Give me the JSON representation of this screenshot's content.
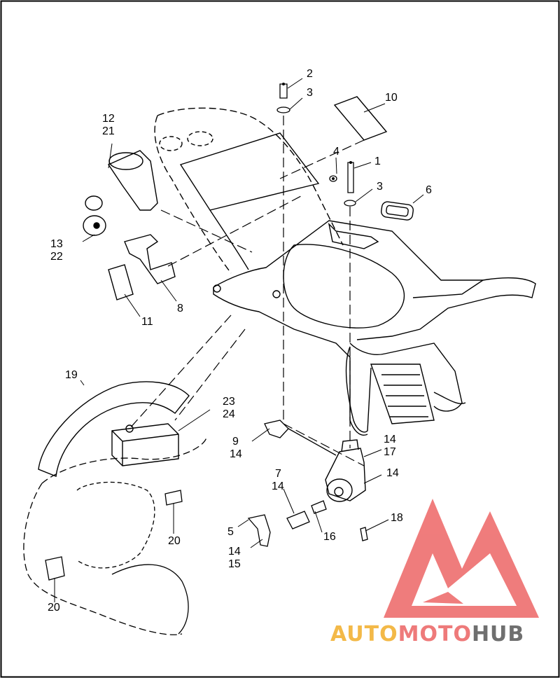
{
  "callouts": {
    "c1": "1",
    "c2": "2",
    "c3a": "3",
    "c3b": "3",
    "c4": "4",
    "c5": "5",
    "c6": "6",
    "c7": "7",
    "c8": "8",
    "c9": "9",
    "c10": "10",
    "c11": "11",
    "c12": "12",
    "c21": "21",
    "c13": "13",
    "c22": "22",
    "c14a": "14",
    "c14b": "14",
    "c14c": "14",
    "c14d": "14",
    "c14e": "14",
    "c15": "15",
    "c16": "16",
    "c17": "17",
    "c18": "18",
    "c19": "19",
    "c20a": "20",
    "c20b": "20",
    "c23": "23",
    "c24": "24"
  },
  "watermark": {
    "part1": "AUTO",
    "part2": "MOTO",
    "part3": "HUB"
  },
  "colors": {
    "line": "#000000",
    "logo_red": "#ee6e6e",
    "wm_auto": "#f3b948",
    "wm_moto": "#ee7a7a",
    "wm_hub": "#6f6f6f"
  }
}
